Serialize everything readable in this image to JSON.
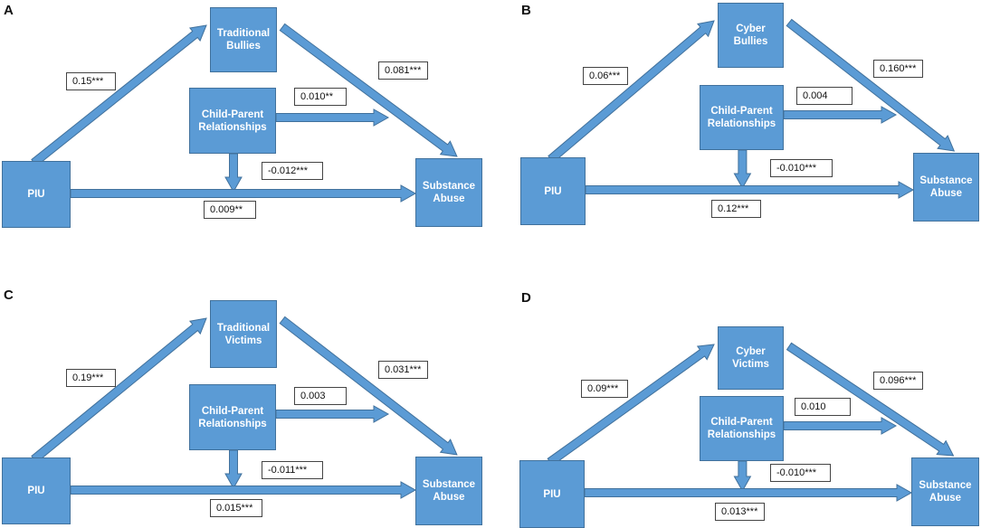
{
  "colors": {
    "box_fill": "#5b9bd5",
    "box_border": "#41719c",
    "arrow": "#5b9bd5",
    "arrow_edge": "#41719c"
  },
  "panels": [
    {
      "letter": "A",
      "mediator_line1": "Traditional",
      "mediator_line2": "Bullies",
      "moderator_line1": "Child-Parent",
      "moderator_line2": "Relationships",
      "x_label": "PIU",
      "outcome_line1": "Substance",
      "outcome_line2": "Abuse",
      "coef_a": "0.15***",
      "coef_b": "0.081***",
      "coef_mod": "0.010**",
      "coef_int": "-0.012***",
      "coef_c": "0.009**"
    },
    {
      "letter": "B",
      "mediator_line1": "Cyber",
      "mediator_line2": "Bullies",
      "moderator_line1": "Child-Parent",
      "moderator_line2": "Relationships",
      "x_label": "PIU",
      "outcome_line1": "Substance",
      "outcome_line2": "Abuse",
      "coef_a": "0.06***",
      "coef_b": "0.160***",
      "coef_mod": "0.004",
      "coef_int": "-0.010***",
      "coef_c": "0.12***"
    },
    {
      "letter": "C",
      "mediator_line1": "Traditional",
      "mediator_line2": "Victims",
      "moderator_line1": "Child-Parent",
      "moderator_line2": "Relationships",
      "x_label": "PIU",
      "outcome_line1": "Substance",
      "outcome_line2": "Abuse",
      "coef_a": "0.19***",
      "coef_b": "0.031***",
      "coef_mod": "0.003",
      "coef_int": "-0.011***",
      "coef_c": "0.015***"
    },
    {
      "letter": "D",
      "mediator_line1": "Cyber",
      "mediator_line2": "Victims",
      "moderator_line1": "Child-Parent",
      "moderator_line2": "Relationships",
      "x_label": "PIU",
      "outcome_line1": "Substance",
      "outcome_line2": "Abuse",
      "coef_a": "0.09***",
      "coef_b": "0.096***",
      "coef_mod": "0.010",
      "coef_int": "-0.010***",
      "coef_c": "0.013***"
    }
  ]
}
